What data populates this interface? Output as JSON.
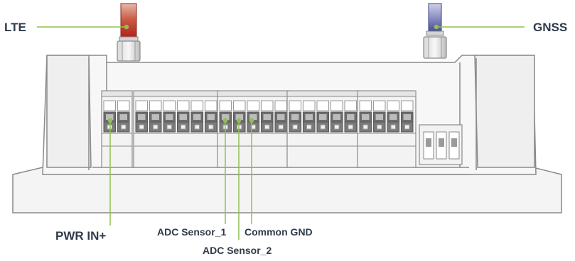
{
  "labels": {
    "lte": "LTE",
    "gnss": "GNSS",
    "pwr_in": "PWR IN+",
    "adc1": "ADC Sensor_1",
    "common_gnd": "Common GND",
    "adc2": "ADC Sensor_2"
  },
  "colors": {
    "leader_line": "#8fc04f",
    "text": "#2f3a4a",
    "lte_antenna": "#c0281e",
    "gnss_antenna": "#4a4f9a",
    "outline": "#8a8a8a",
    "terminal_dark": "#6d6d6d"
  }
}
